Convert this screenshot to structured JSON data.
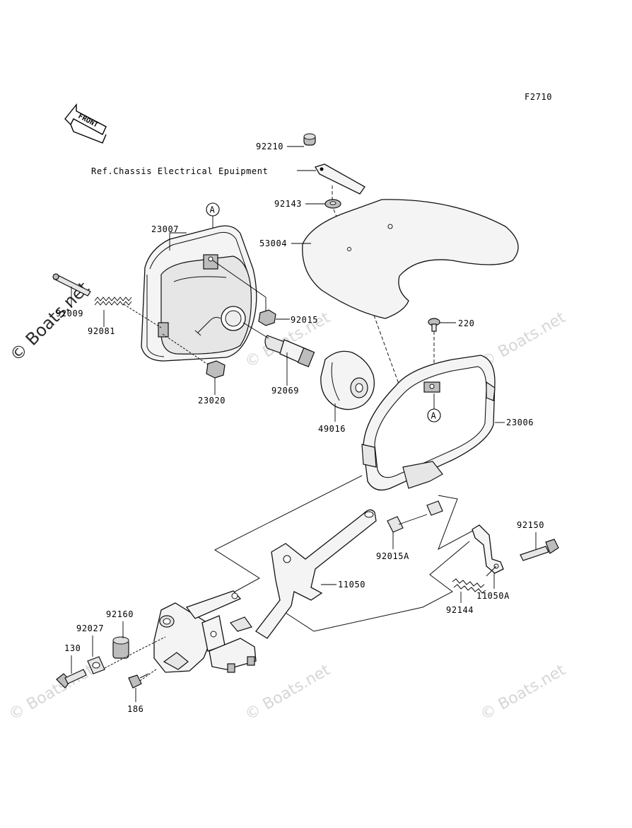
{
  "figure_code": "F2710",
  "front_label": "FRONT",
  "reference_note": "Ref.Chassis Electrical Epuipment",
  "callout_letter": "A",
  "watermark_text": "© Boats.net",
  "part_numbers": {
    "p92210": "92210",
    "p92143": "92143",
    "p53004": "53004",
    "p23007": "23007",
    "p92009": "92009",
    "p92081": "92081",
    "p92015": "92015",
    "p23020": "23020",
    "p92069": "92069",
    "p49016": "49016",
    "p220": "220",
    "p23006": "23006",
    "p92015A": "92015A",
    "p11050": "11050",
    "p92150": "92150",
    "p11050A": "11050A",
    "p92144": "92144",
    "p92160": "92160",
    "p92027": "92027",
    "p130": "130",
    "p186": "186"
  }
}
